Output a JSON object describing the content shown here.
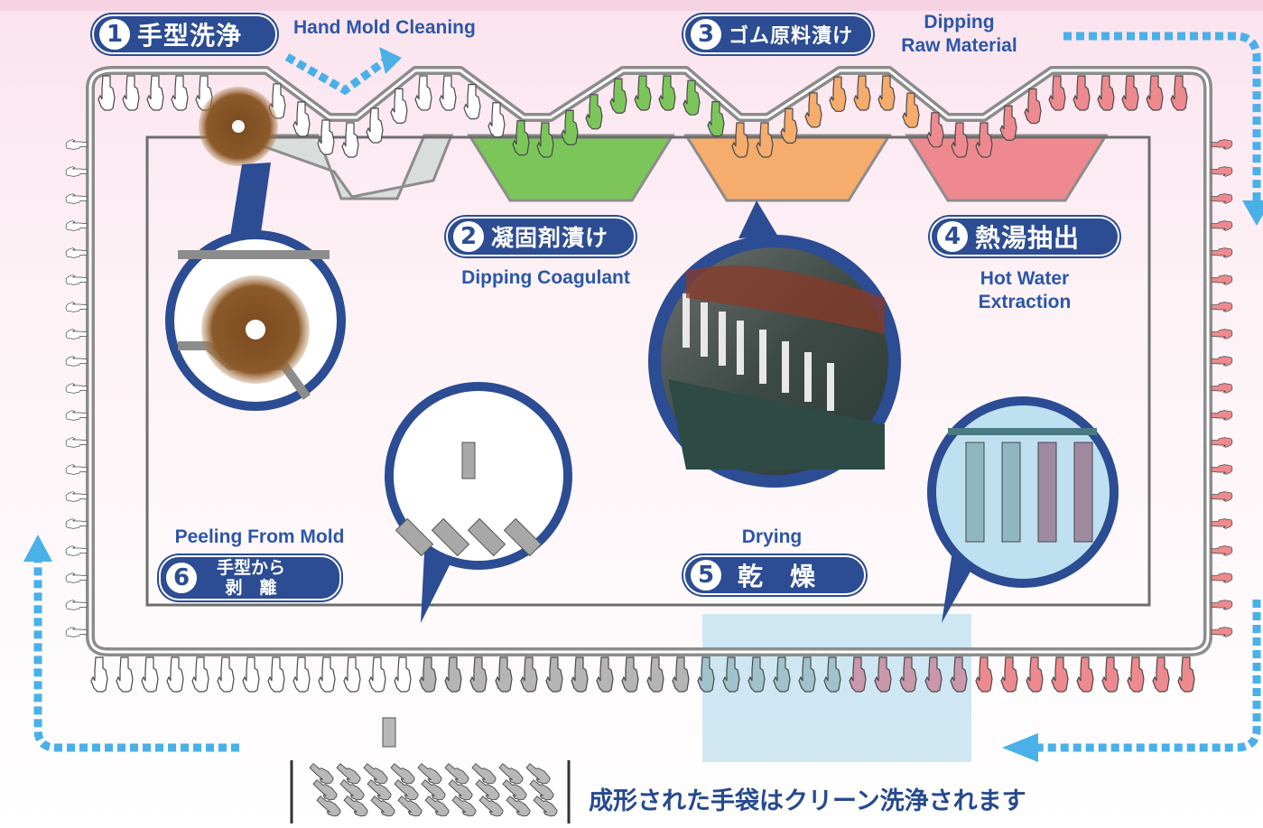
{
  "steps": [
    {
      "num": "1",
      "jp": "手型洗浄",
      "en": "Hand Mold Cleaning"
    },
    {
      "num": "2",
      "jp": "凝固剤漬け",
      "en": "Dipping Coagulant"
    },
    {
      "num": "3",
      "jp": "ゴム原料漬け",
      "en_line1": "Dipping",
      "en_line2": "Raw Material"
    },
    {
      "num": "4",
      "jp": "熱湯抽出",
      "en_line1": "Hot Water",
      "en_line2": "Extraction"
    },
    {
      "num": "5",
      "jp": "乾　燥",
      "en": "Drying"
    },
    {
      "num": "6",
      "jp_line1": "手型から",
      "jp_line2": "剥　離",
      "en": "Peeling From Mold"
    }
  ],
  "caption": "成形された手袋はクリーン洗浄されます",
  "colors": {
    "pill": "#2c4c93",
    "rail": "#8c8c8c",
    "arrow": "#4ab0e8",
    "green": "#7cc55b",
    "orange": "#f5ac6c",
    "pink": "#ee8a8f",
    "brush": "#8a5a2a",
    "drying": "#bfe0f0"
  }
}
